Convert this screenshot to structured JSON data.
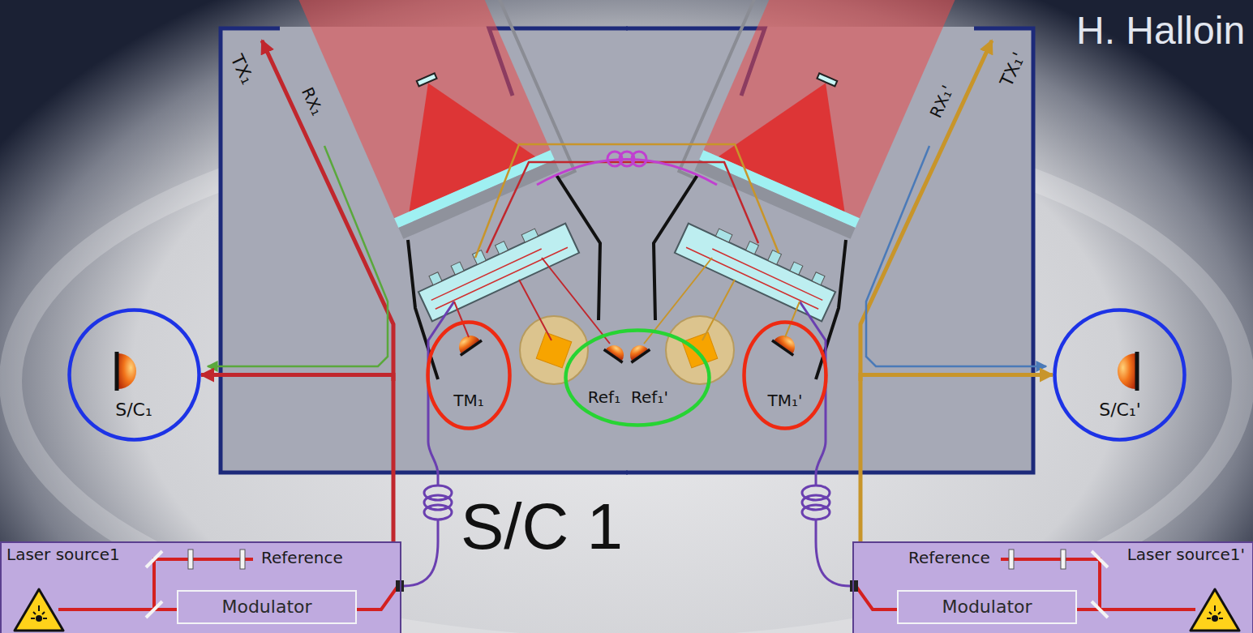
{
  "diagram": {
    "nodes": [
      {
        "text": [
          "S/C 1"
        ]
      },
      {
        "text": [
          "TM₁"
        ],
        "in": 0
      },
      {
        "text": [
          "Ref₁",
          "Ref₁'"
        ],
        "in": 0
      },
      {
        "text": [
          "TM₁'"
        ],
        "in": 0
      },
      {
        "text": [
          "S/C₁"
        ]
      },
      {
        "text": [
          "S/C₁'"
        ]
      },
      {
        "text": [
          "Laser source1",
          "Reference"
        ]
      },
      {
        "text": [
          "Modulator"
        ],
        "in": 6
      },
      {
        "text": [
          "Reference",
          "Laser source1'"
        ]
      },
      {
        "text": [
          "Modulator"
        ],
        "in": 8
      }
    ],
    "edges": [
      {
        "from": 6,
        "to": 4,
        "arrow": "to"
      },
      {
        "from": 8,
        "to": 5,
        "arrow": "to"
      }
    ],
    "labels": [
      "H. Halloin",
      "TX₁",
      "RX₁",
      "TX₁'",
      "RX₁'"
    ]
  }
}
